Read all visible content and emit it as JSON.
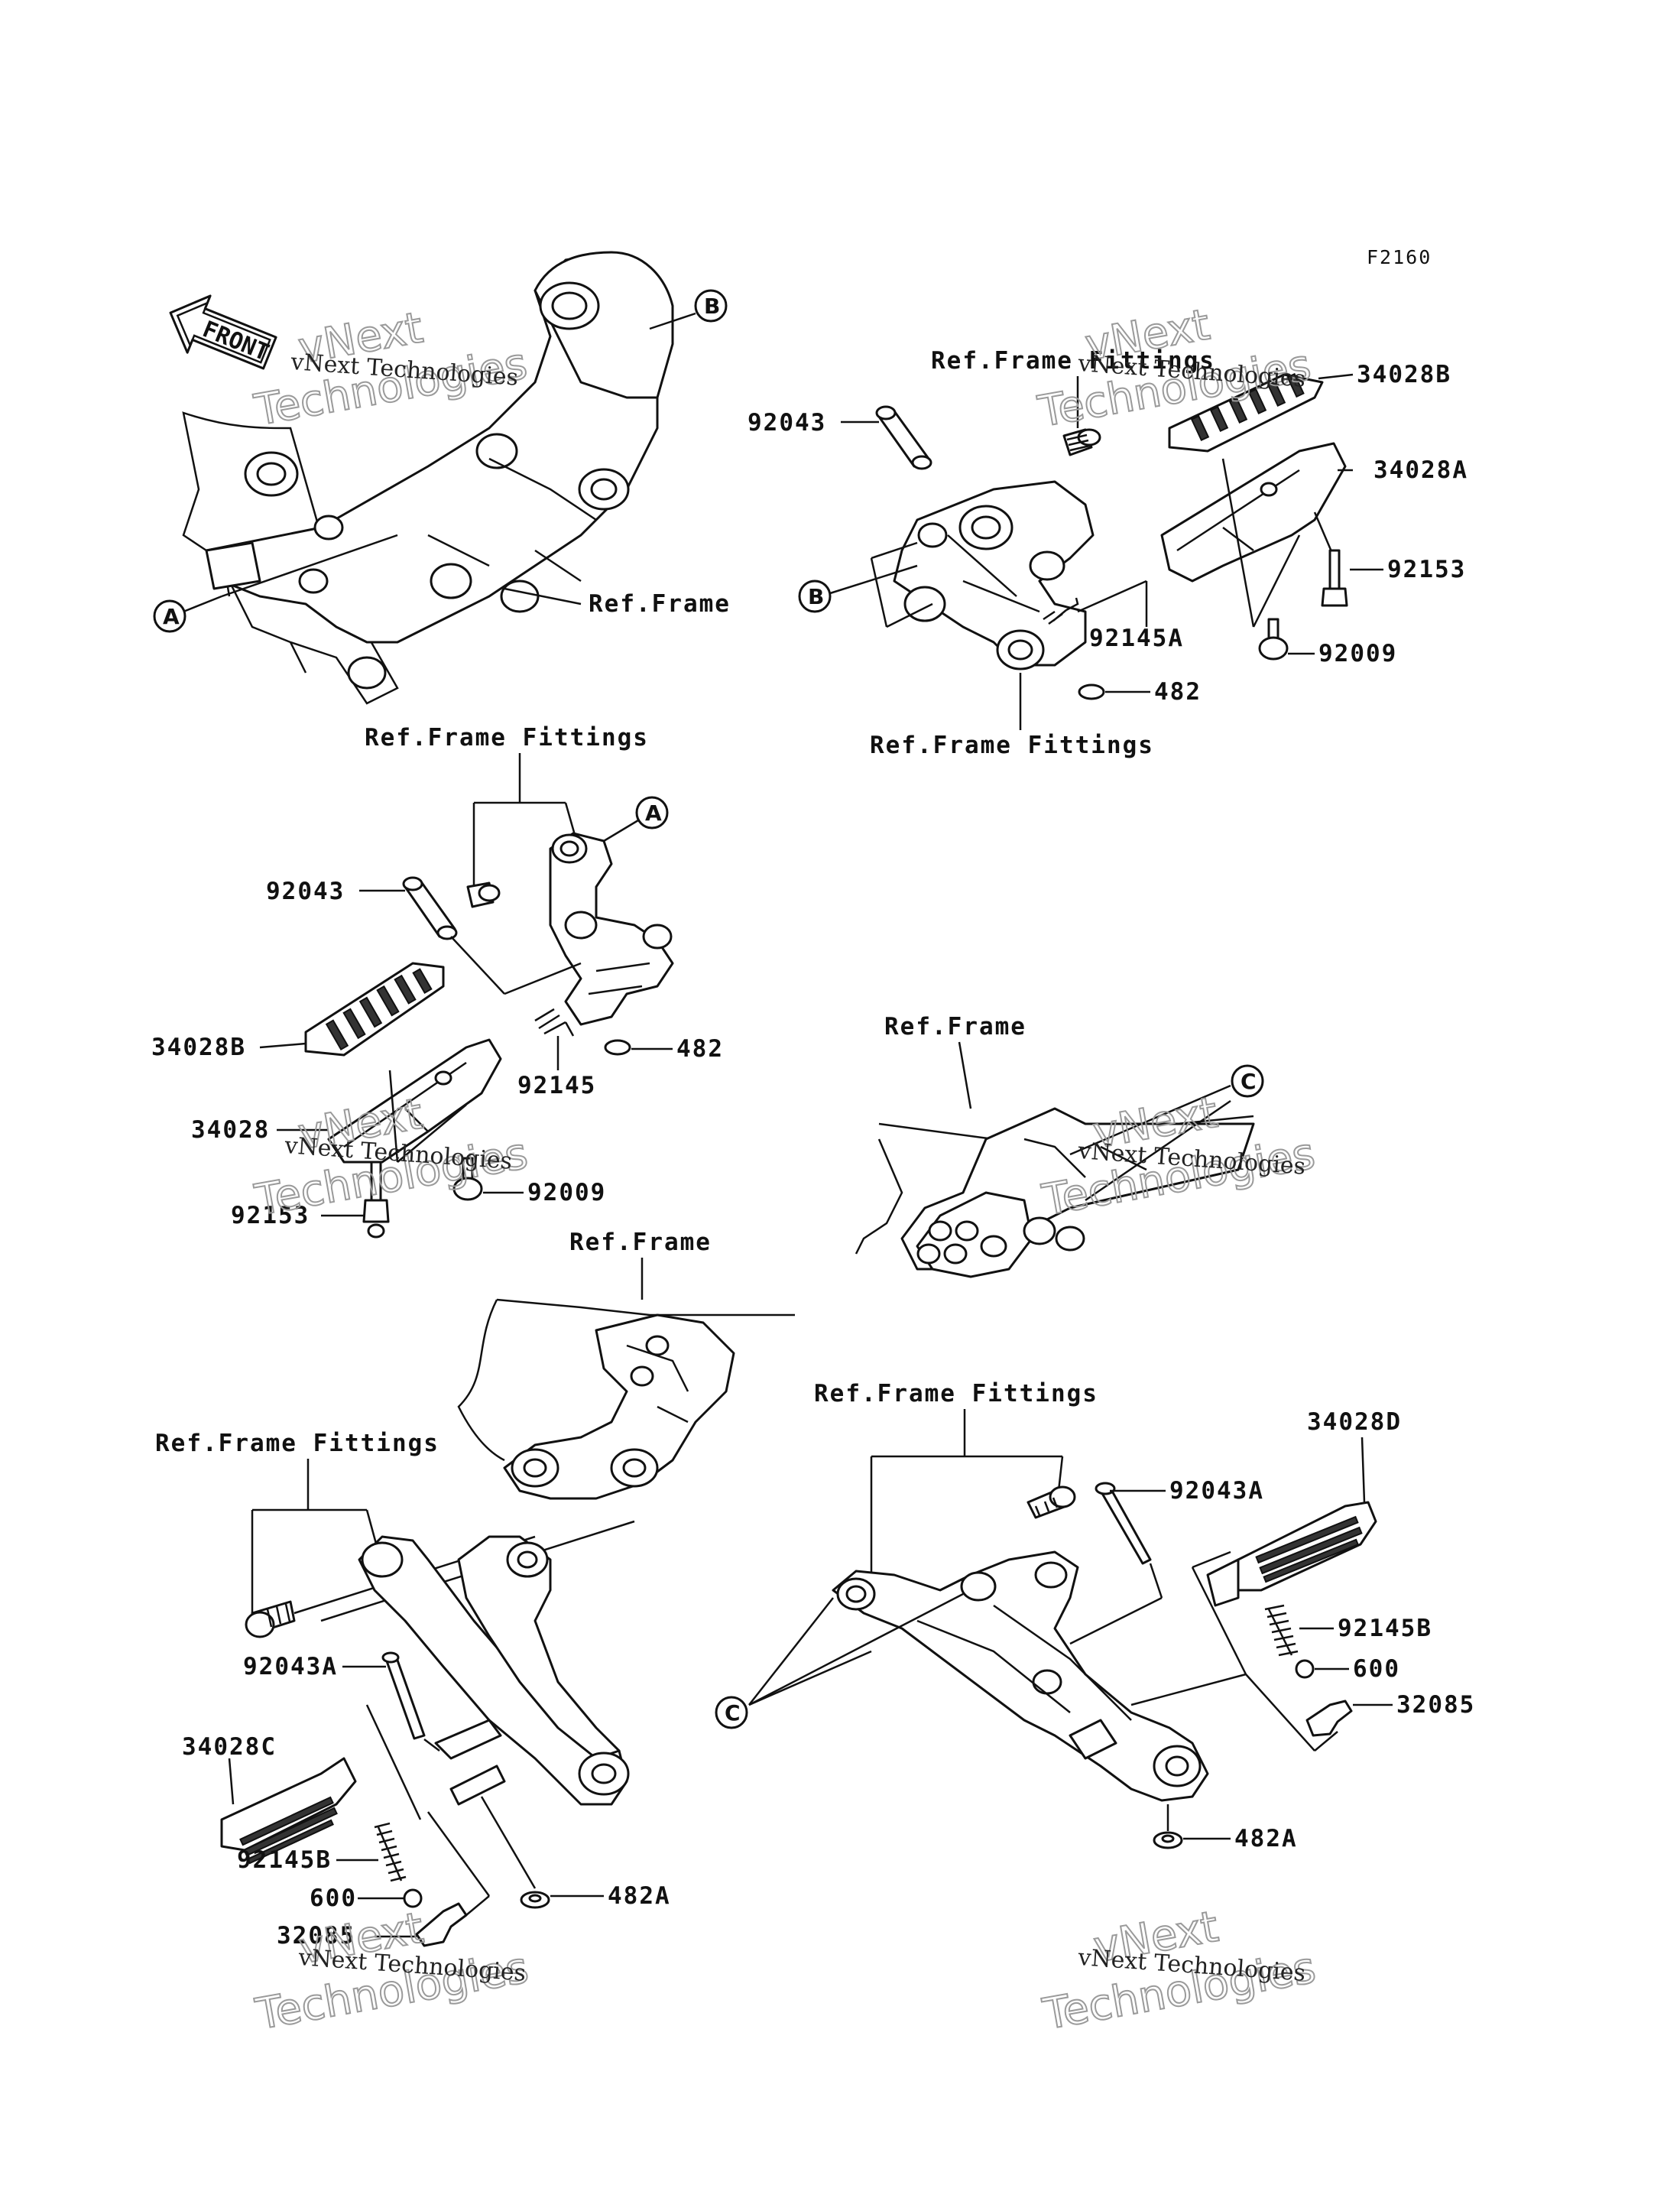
{
  "figure_code": "F2160",
  "front_label": "FRONT",
  "watermark": {
    "small": "vNext Technologies",
    "big_line1": "vNext",
    "big_line2": "Technologies"
  },
  "refs": {
    "frame_fittings": "Ref.Frame Fittings",
    "frame": "Ref.Frame"
  },
  "circle_refs": {
    "a": "A",
    "b": "B",
    "c": "C"
  },
  "parts": {
    "p34028B": "34028B",
    "p34028A": "34028A",
    "p34028": "34028",
    "p34028C": "34028C",
    "p34028D": "34028D",
    "p92043": "92043",
    "p92043A": "92043A",
    "p92153": "92153",
    "p92009": "92009",
    "p92145": "92145",
    "p92145A": "92145A",
    "p92145B": "92145B",
    "p482": "482",
    "p482A": "482A",
    "p600": "600",
    "p32085": "32085"
  }
}
